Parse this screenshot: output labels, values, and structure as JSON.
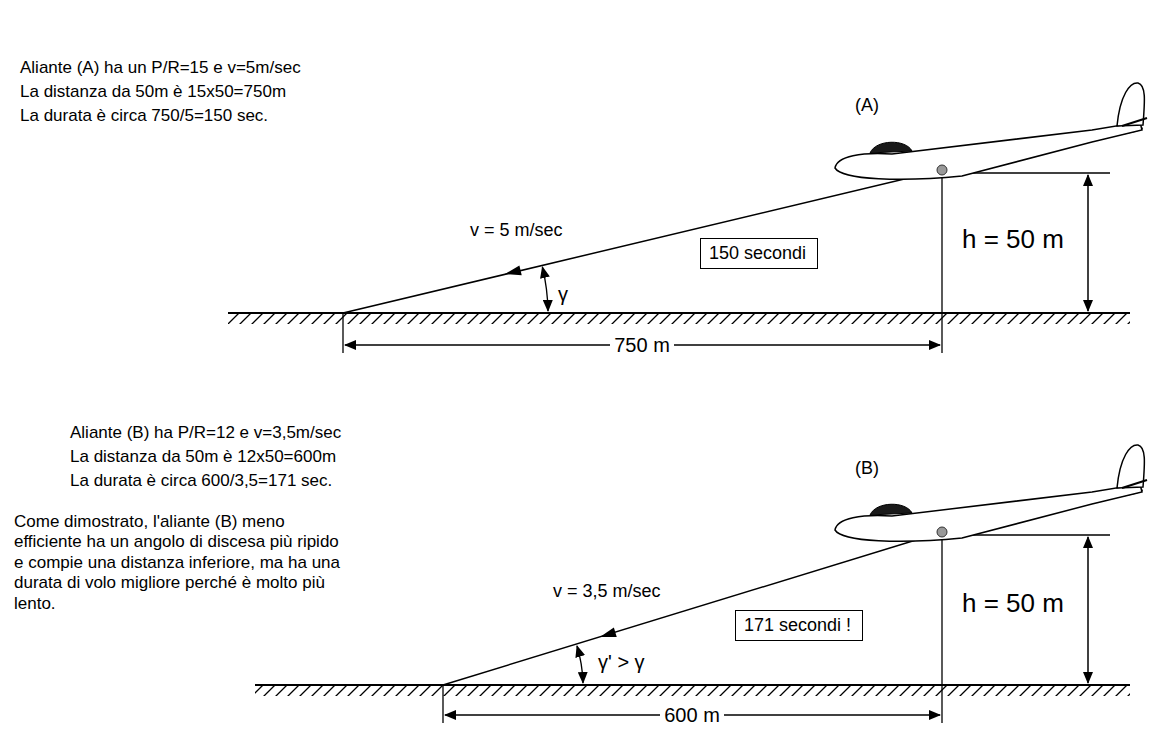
{
  "diagram": {
    "nodes": [
      {
        "text": [
          "150 secondi"
        ]
      },
      {
        "text": [
          "171 secondi !"
        ]
      }
    ],
    "labels": [
      "Aliante (A) ha un P/R=15 e v=5m/sec",
      "La distanza da 50m è 15x50=750m",
      "La durata è circa 750/5=150 sec.",
      "(A)",
      "v = 5 m/sec",
      "γ",
      "h = 50 m",
      "750 m",
      "Aliante (B) ha P/R=12 e v=3,5m/sec",
      "La distanza da 50m è 12x50=600m",
      "La durata è circa 600/3,5=171 sec.",
      "Come dimostrato, l'aliante (B) meno efficiente ha un angolo di discesa più ripido e compie una distanza inferiore, ma ha una durata di volo migliore perché è molto più lento.",
      "(B)",
      "v = 3,5 m/sec",
      "γ' > γ",
      "h = 50 m",
      "600 m"
    ]
  }
}
